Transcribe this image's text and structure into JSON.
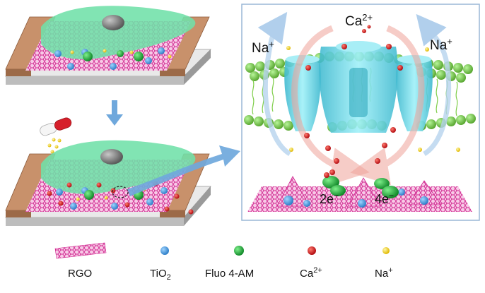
{
  "panel": {
    "ion_top": "Ca",
    "ion_top_sup": "2+",
    "ion_left": "Na",
    "ion_left_sup": "+",
    "ion_right": "Na",
    "ion_right_sup": "+",
    "electrons_left": "2e",
    "electrons_left_sup": "−",
    "electrons_right": "4e",
    "electrons_right_sup": "−"
  },
  "legend": {
    "rgo": "RGO",
    "tio2_main": "TiO",
    "tio2_sub": "2",
    "fluo": "Fluo 4-AM",
    "ca_main": "Ca",
    "ca_sup": "2+",
    "na_main": "Na",
    "na_sup": "+"
  },
  "colors": {
    "rgo": "#d0268f",
    "tio2": "#3a8fd8",
    "fluo": "#1f9e3a",
    "ca": "#d4141a",
    "na": "#f2d21b",
    "cell": "#6fe0a8",
    "channel": "#5fd6e6",
    "membrane": "#7fce4a",
    "substrate": "#c8916b",
    "arrow": "#6fa8dc"
  },
  "icons": {
    "capsule": "capsule-icon",
    "down_arrow": "arrow-down-icon",
    "zoom_arrow": "arrow-right-icon"
  }
}
